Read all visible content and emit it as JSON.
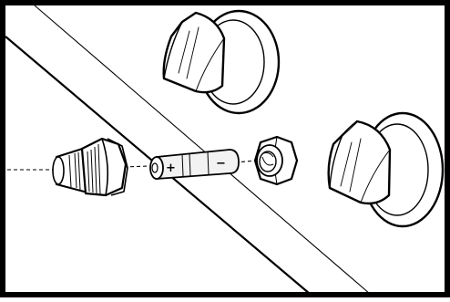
{
  "illustration": {
    "border_color": "#000000",
    "line_color": "#000000",
    "panel_fill": "#ffffff",
    "battery_fill": "#f2f2f2",
    "ignition_cap_fill": "#ffffff",
    "battery": {
      "positive_label": "+",
      "negative_label": "−"
    },
    "components": [
      "control-knob-top",
      "control-knob-right",
      "ignition-button-cap",
      "battery-aa",
      "battery-holder-nut"
    ]
  }
}
